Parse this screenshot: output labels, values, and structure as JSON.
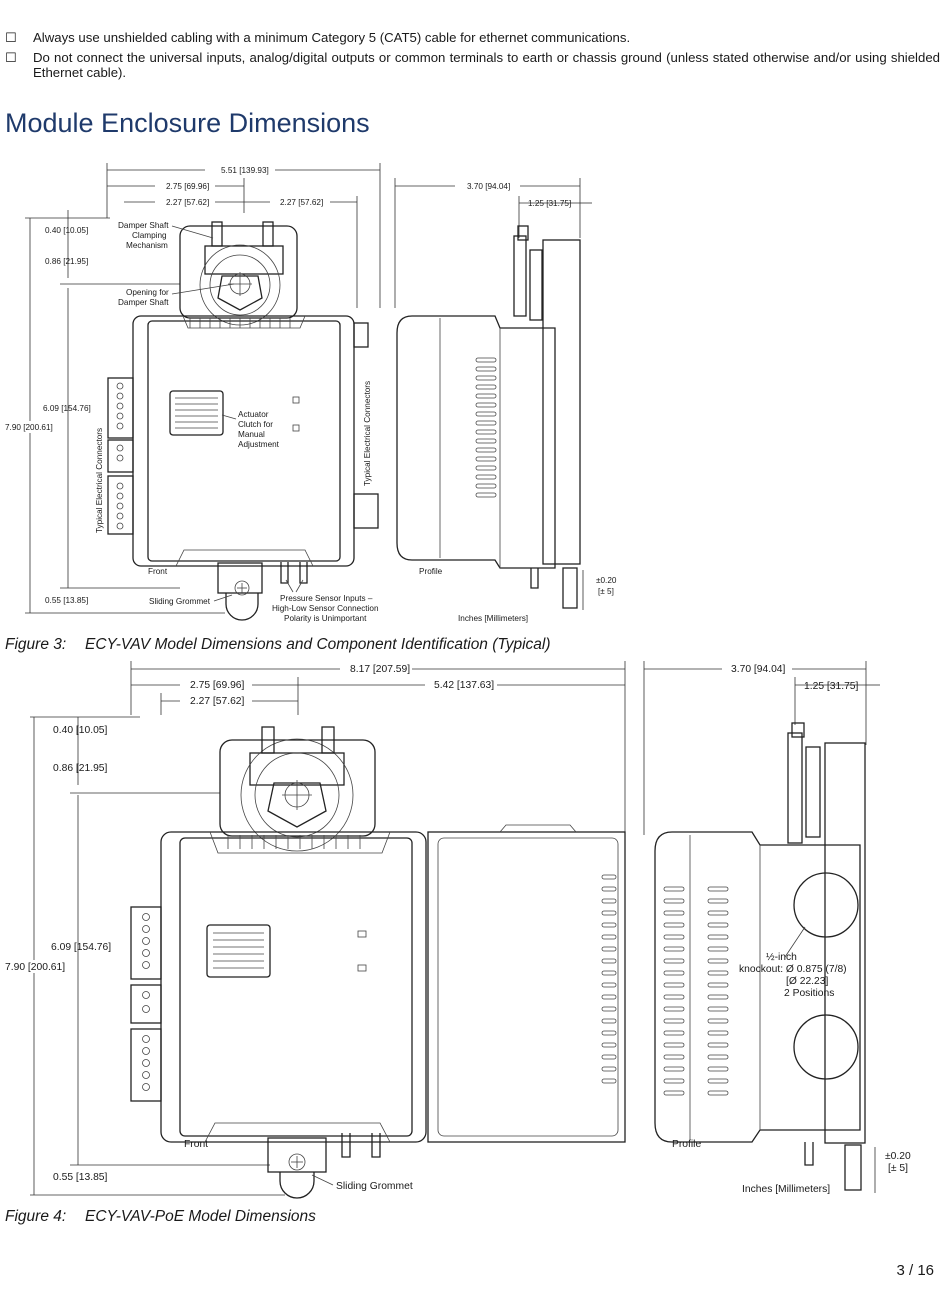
{
  "bullets": [
    "Always use unshielded cabling with a minimum Category 5 (CAT5) cable for ethernet communications.",
    "Do not connect the universal inputs, analog/digital outputs or common terminals to earth or chassis ground (unless stated otherwise and/or using shielded Ethernet cable)."
  ],
  "checkbox_glyph": "☐",
  "section_heading": "Module Enclosure Dimensions",
  "figure3": {
    "caption_num": "Figure 3:",
    "caption_text": "ECY-VAV Model Dimensions and Component Identification (Typical)",
    "dim_overall_width": "5.51 [139.93]",
    "dim_left_width": "2.75 [69.96]",
    "dim_shaft_left": "2.27 [57.62]",
    "dim_shaft_right": "2.27 [57.62]",
    "dim_profile_width": "3.70 [94.04]",
    "dim_profile_right": "1.25 [31.75]",
    "dim_top": "0.40 [10.05]",
    "dim_clamp": "0.86 [21.95]",
    "dim_body": "6.09 [154.76]",
    "dim_total_height": "7.90 [200.61]",
    "dim_bottom": "0.55 [13.85]",
    "dim_tolerance": "±0.20",
    "dim_tolerance_mm": "[± 5]",
    "label_damper_1": "Damper Shaft",
    "label_damper_2": "Clamping",
    "label_damper_3": "Mechanism",
    "label_opening_1": "Opening for",
    "label_opening_2": "Damper Shaft",
    "label_actuator_1": "Actuator",
    "label_actuator_2": "Clutch for",
    "label_actuator_3": "Manual",
    "label_actuator_4": "Adjustment",
    "label_connectors": "Typical Electrical Connectors",
    "label_front": "Front",
    "label_profile": "Profile",
    "label_grommet": "Sliding Grommet",
    "label_pressure_1": "Pressure Sensor Inputs –",
    "label_pressure_2": "High-Low Sensor Connection",
    "label_pressure_3": "Polarity is Unimportant",
    "label_units": "Inches [Millimeters]"
  },
  "figure4": {
    "caption_num": "Figure 4:",
    "caption_text": "ECY-VAV-PoE Model Dimensions",
    "dim_overall_width": "8.17 [207.59]",
    "dim_left_width": "2.75 [69.96]",
    "dim_right_width": "5.42 [137.63]",
    "dim_shaft": "2.27 [57.62]",
    "dim_profile_width": "3.70 [94.04]",
    "dim_profile_right": "1.25 [31.75]",
    "dim_top": "0.40 [10.05]",
    "dim_clamp": "0.86 [21.95]",
    "dim_body": "6.09 [154.76]",
    "dim_total_height": "7.90 [200.61]",
    "dim_bottom": "0.55 [13.85]",
    "dim_tolerance": "±0.20",
    "dim_tolerance_mm": "[± 5]",
    "label_knockout_1": "½-inch",
    "label_knockout_2": "knockout: Ø 0.875 (7/8)",
    "label_knockout_3": "[Ø 22.23]",
    "label_knockout_4": "2 Positions",
    "label_front": "Front",
    "label_profile": "Profile",
    "label_grommet": "Sliding Grommet",
    "label_units": "Inches [Millimeters]"
  },
  "page_number": "3 / 16"
}
